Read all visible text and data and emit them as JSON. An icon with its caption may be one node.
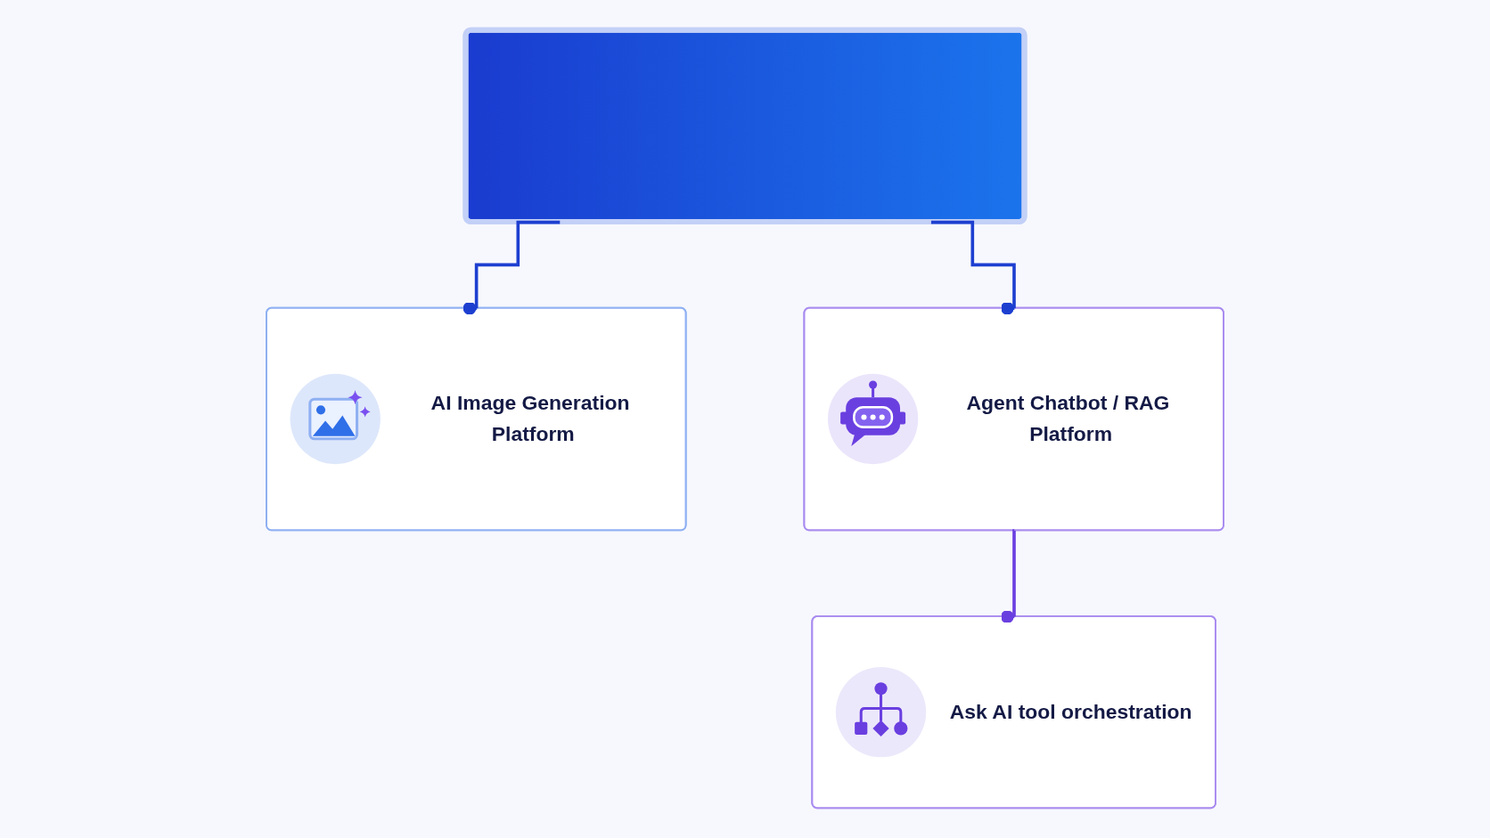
{
  "diagram": {
    "nodes": [
      {
        "text": [],
        "shape": "box"
      },
      {
        "text": [
          "AI Image Generation Platform"
        ]
      },
      {
        "text": [
          "Agent Chatbot / RAG Platform"
        ]
      },
      {
        "text": [
          "Ask AI tool orchestration"
        ]
      }
    ],
    "edges": [
      {
        "from": 0,
        "to": 1,
        "arrow": "other"
      },
      {
        "from": 0,
        "to": 2,
        "arrow": "other"
      },
      {
        "from": 2,
        "to": 3,
        "arrow": "other",
        "color": "#6a3fe0"
      }
    ]
  }
}
